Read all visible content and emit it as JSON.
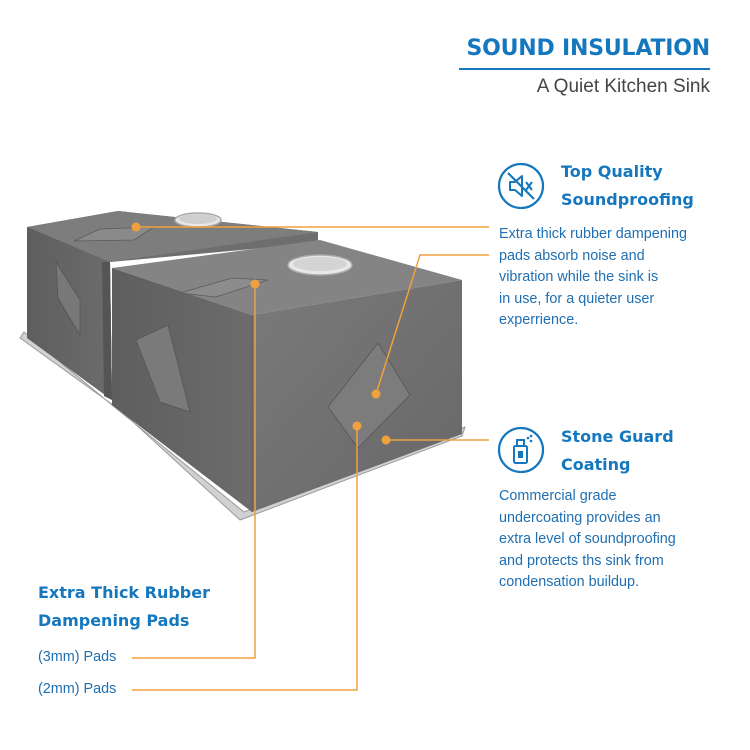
{
  "header": {
    "title": "SOUND INSULATION",
    "subtitle": "A Quiet Kitchen Sink"
  },
  "features": [
    {
      "icon": "speaker-muted-icon",
      "heading_line1": "Top Quality",
      "heading_line2": "Soundproofing",
      "body": [
        "Extra thick rubber dampening",
        "pads absorb noise and",
        "vibration while the sink is",
        "in use, for a quieter user",
        "experrience."
      ]
    },
    {
      "icon": "spray-can-icon",
      "heading_line1": "Stone Guard",
      "heading_line2": "Coating",
      "body": [
        "Commercial grade",
        "undercoating provides an",
        "extra level of soundproofing",
        "and protects ths sink from",
        "condensation buildup."
      ]
    }
  ],
  "pads": {
    "heading_line1": "Extra Thick Rubber",
    "heading_line2": "Dampening Pads",
    "label_3mm": "(3mm) Pads",
    "label_2mm": "(2mm) Pads"
  },
  "colors": {
    "accent_blue": "#1577be",
    "callout_orange": "#f0a13d",
    "sink_gray": "#707070"
  }
}
